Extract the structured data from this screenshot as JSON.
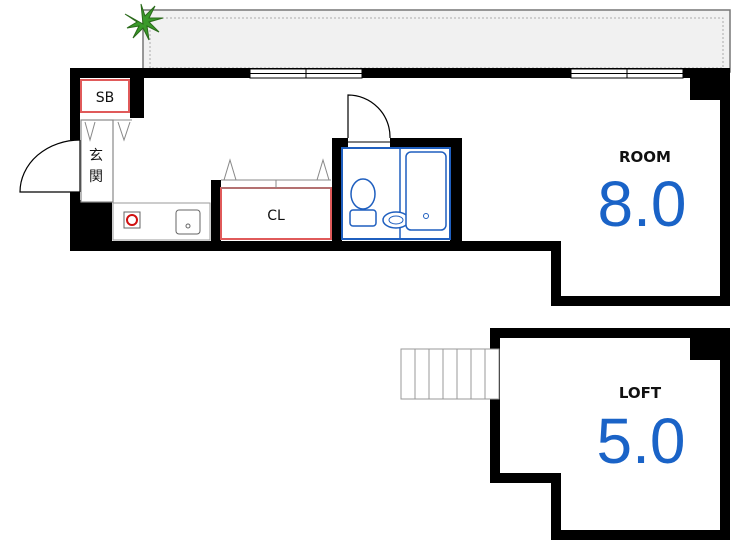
{
  "rooms": {
    "shoe_box": "SB",
    "entrance_1": "玄",
    "entrance_2": "関",
    "closet": "CL",
    "room_label": "ROOM",
    "room_size": "8.0",
    "loft_label": "LOFT",
    "loft_size": "5.0"
  },
  "colors": {
    "wall": "#000000",
    "bath_outline": "#1f5fbf",
    "size_text": "#1a63c7",
    "storage_outline": "#e05a5a",
    "palm": "#3a9a2a"
  },
  "icons": [
    "palm-plant-icon",
    "stove-burner-icon",
    "sink-icon",
    "toilet-icon",
    "bathtub-icon",
    "washbasin-icon",
    "ladder-icon"
  ]
}
